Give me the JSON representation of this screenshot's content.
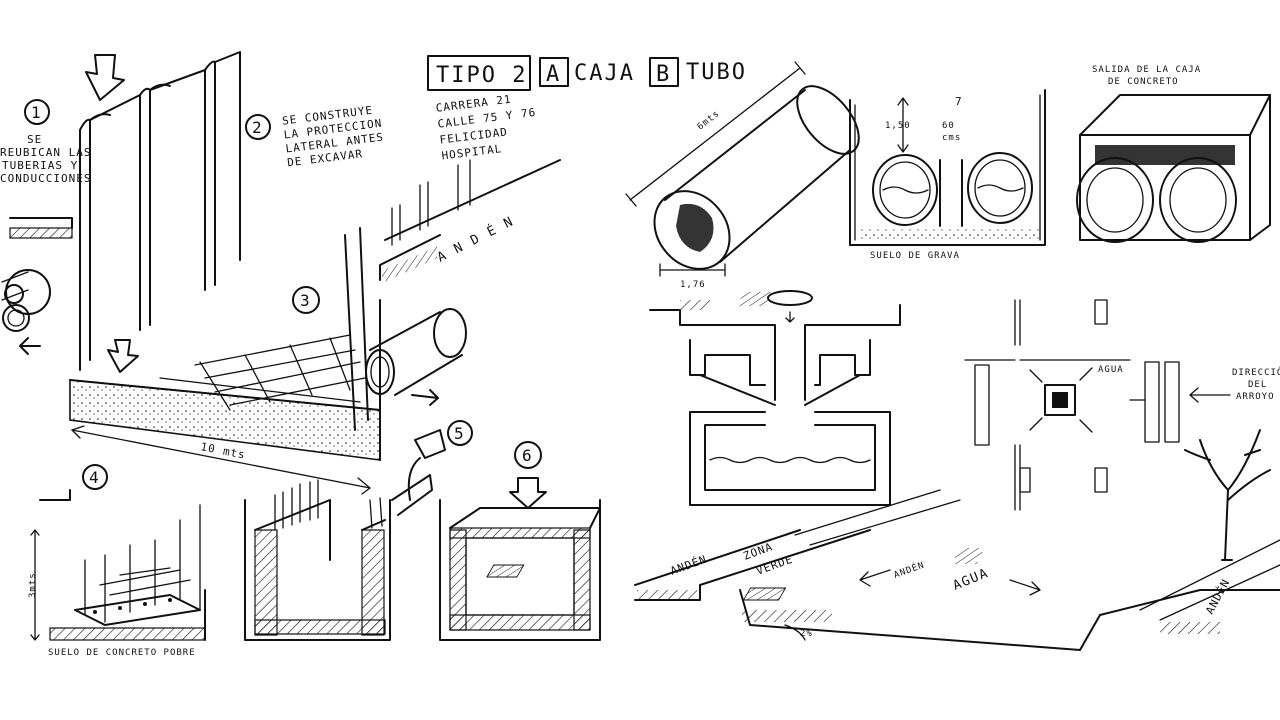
{
  "header": {
    "tipo": "TIPO 2",
    "a_letter": "A",
    "a_label": "CAJA",
    "b_letter": "B",
    "b_label": "TUBO",
    "location_lines": [
      "CARRERA 21",
      "CALLE 75 Y 76",
      "FELICIDAD",
      "HOSPITAL"
    ]
  },
  "steps": {
    "n1": "1",
    "n1_text": [
      "SE",
      "REUBICAN LAS",
      "TUBERIAS Y",
      "CONDUCCIONES"
    ],
    "n2": "2",
    "n2_text": [
      "SE CONSTRUYE",
      "LA PROTECCION",
      "LATERAL ANTES",
      "DE EXCAVAR"
    ],
    "n3": "3",
    "n4": "4",
    "n5": "5",
    "n6": "6"
  },
  "labels": {
    "anden_top": "A N D É N",
    "ten_mts": "10 mts",
    "three_mts": "3mts",
    "suelo_concreto": "SUELO DE CONCRETO POBRE",
    "six_mts": "6mts",
    "pipe_diam": "1,76",
    "height_150": "1,50",
    "number_7": "7",
    "sixty_cms": "60",
    "cms": "cms",
    "suelo_grava": "SUELO DE GRAVA",
    "salida_line1": "SALIDA DE LA CAJA",
    "salida_line2": "DE CONCRETO",
    "agua_plan": "AGUA",
    "direccion_lines": [
      "DIRECCIÓN",
      "DEL",
      "ARROYO"
    ],
    "anden_left": "ANDÉN",
    "zona_verde_1": "ZONA",
    "zona_verde_2": "VERDE",
    "anden_mid": "ANDÉN",
    "agua_street": "AGUA",
    "anden_right": "ANDÉN",
    "two_percent": "2%"
  }
}
